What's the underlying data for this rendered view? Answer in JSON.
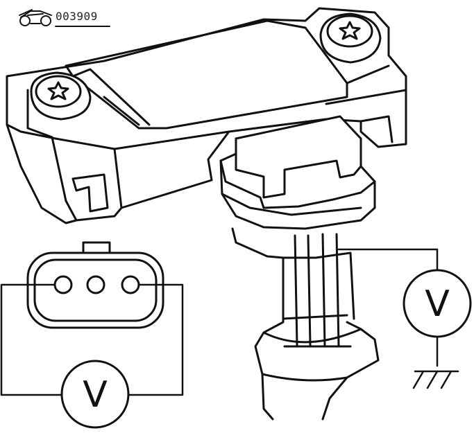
{
  "header": {
    "logo_icon": "car-logo-icon",
    "code": "003909"
  },
  "meters": {
    "left": {
      "label": "V"
    },
    "right": {
      "label": "V"
    }
  },
  "colors": {
    "line": "#111111",
    "background": "#ffffff"
  }
}
